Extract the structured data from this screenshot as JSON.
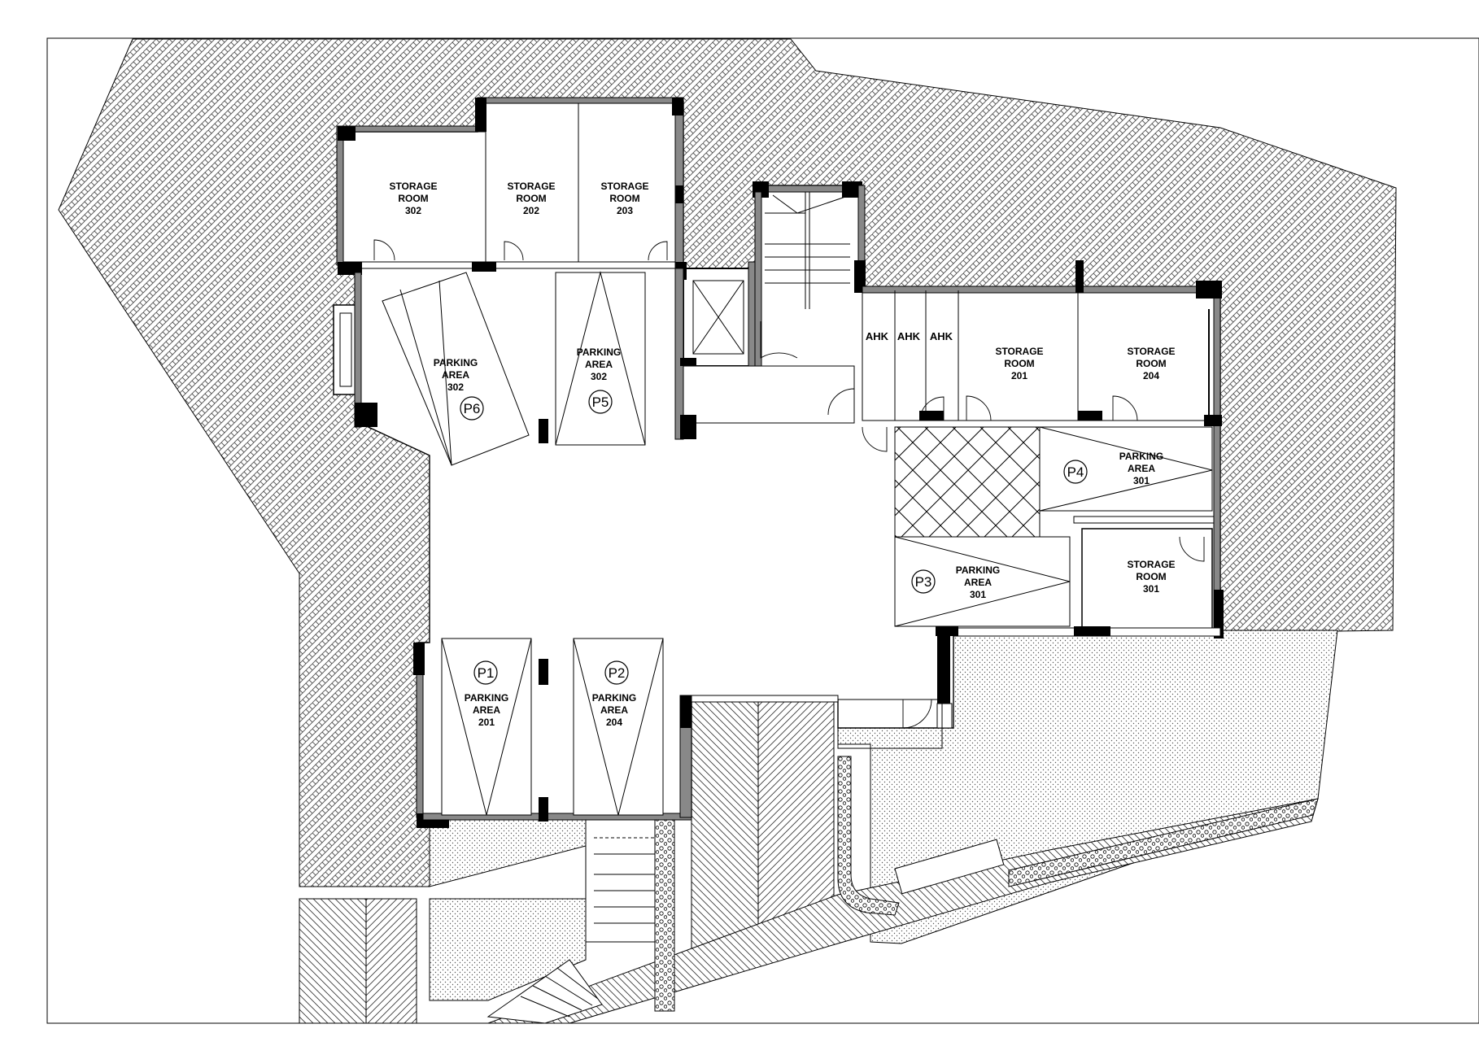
{
  "rooms": [
    {
      "label": "STORAGE\nROOM\n302"
    },
    {
      "label": "STORAGE\nROOM\n202"
    },
    {
      "label": "STORAGE\nROOM\n203"
    },
    {
      "label": "STORAGE\nROOM\n201"
    },
    {
      "label": "STORAGE\nROOM\n204"
    },
    {
      "label": "STORAGE\nROOM\n301"
    }
  ],
  "ahk": [
    "AHK",
    "AHK",
    "AHK"
  ],
  "parking": [
    {
      "code": "P6",
      "label": "PARKING\nAREA\n302"
    },
    {
      "code": "P5",
      "label": "PARKING\nAREA\n302"
    },
    {
      "code": "P4",
      "label": "PARKING\nAREA\n301"
    },
    {
      "code": "P3",
      "label": "PARKING\nAREA\n301"
    },
    {
      "code": "P1",
      "label": "PARKING\nAREA\n201"
    },
    {
      "code": "P2",
      "label": "PARKING\nAREA\n204"
    }
  ],
  "colors": {
    "line": "#000000",
    "hatch_fill": "#ffffff",
    "wall_gray": "#888888"
  }
}
